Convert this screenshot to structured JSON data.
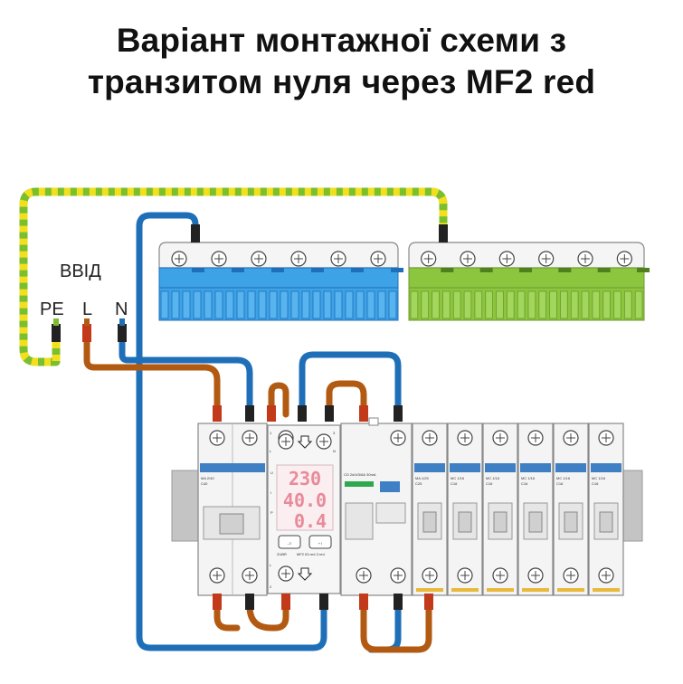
{
  "title": {
    "line1": "Варіант монтажної схеми з",
    "line2": "транзитом нуля через MF2 red"
  },
  "input": {
    "label": "ВВІД",
    "pe": "PE",
    "l": "L",
    "n": "N"
  },
  "relay": {
    "readout_u": "230",
    "readout_i": "40.0",
    "readout_p": "0.4",
    "side_u": "U",
    "side_i": "I",
    "side_p": "P",
    "term1": "1",
    "term2": "2",
    "term3": "3",
    "term_l_top": "L",
    "term_n_top": "N",
    "term_l_bottom": "L",
    "brand": "ZUBR",
    "model": "MF2 63 red 3 red",
    "btn_minus": "–≡",
    "btn_plus": "+ I"
  },
  "rcd": {
    "model": "CD 2d/4/3/6А 30mA",
    "term_n_top": "N",
    "term_n_bottom": "N"
  },
  "breakers": [
    {
      "name": "MA 2/40",
      "curve": "C40"
    },
    {
      "name": "MA 1/25",
      "curve": "C25"
    },
    {
      "name": "MC 1/16",
      "curve": "C16"
    },
    {
      "name": "MC 1/16",
      "curve": "C16"
    },
    {
      "name": "MC 1/16",
      "curve": "C16"
    },
    {
      "name": "MC 1/16",
      "curve": "C16"
    },
    {
      "name": "MC 1/16",
      "curve": "C16"
    }
  ],
  "colors": {
    "phase": "#b35a12",
    "neutral": "#1f6fb8",
    "pe_green": "#7bbf2e",
    "pe_yellow": "#f2df1e",
    "neutral_bus": "#3ea2e6",
    "earth_bus": "#8cc63f"
  }
}
